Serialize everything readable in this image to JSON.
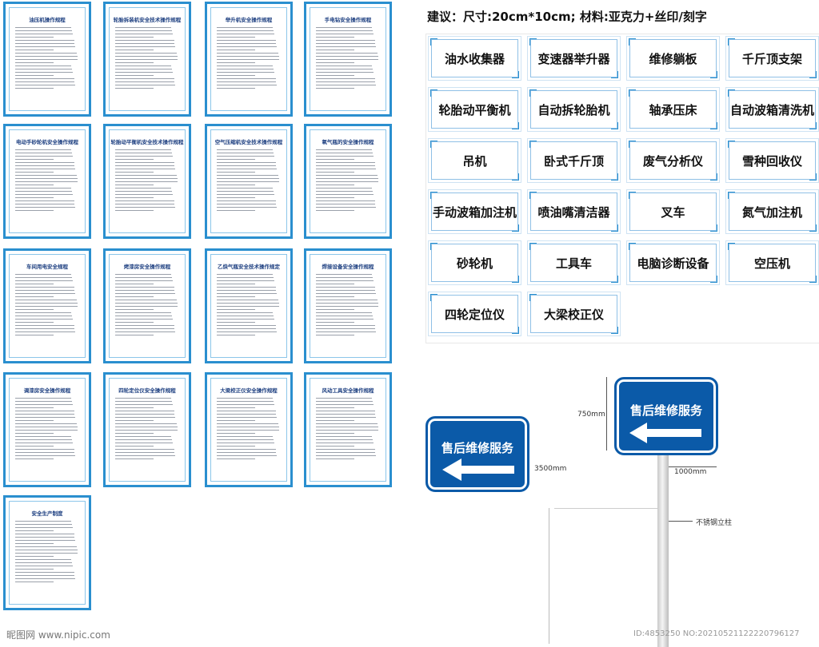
{
  "cards": [
    {
      "title": "油压机操作规程"
    },
    {
      "title": "轮胎拆装机安全技术操作规程"
    },
    {
      "title": "举升机安全操作规程"
    },
    {
      "title": "手电钻安全操作规程"
    },
    {
      "title": "电动手砂轮机安全操作规程"
    },
    {
      "title": "轮胎动平衡机安全技术操作规程"
    },
    {
      "title": "空气压缩机安全技术操作规程"
    },
    {
      "title": "氧气瓶的安全操作规程"
    },
    {
      "title": "车间用电安全规程"
    },
    {
      "title": "烤漆房安全操作规程"
    },
    {
      "title": "乙炔气瓶安全技术操作规定"
    },
    {
      "title": "焊接设备安全操作规程"
    },
    {
      "title": "调漆房安全操作规程"
    },
    {
      "title": "四轮定位仪安全操作规程"
    },
    {
      "title": "大梁校正仪安全操作规程"
    },
    {
      "title": "风动工具安全操作规程"
    },
    {
      "title": "安全生产制度"
    }
  ],
  "suggestion": "建议：尺寸:20cm*10cm; 材料:亚克力+丝印/刻字",
  "signs": [
    "油水收集器",
    "变速器举升器",
    "维修躺板",
    "千斤顶支架",
    "轮胎动平衡机",
    "自动拆轮胎机",
    "轴承压床",
    "自动波箱清洗机",
    "吊机",
    "卧式千斤顶",
    "废气分析仪",
    "雪种回收仪",
    "手动波箱加注机",
    "喷油嘴清洁器",
    "叉车",
    "氮气加注机",
    "砂轮机",
    "工具车",
    "电脑诊断设备",
    "空压机",
    "四轮定位仪",
    "大梁校正仪"
  ],
  "service_sign": {
    "text": "售后维修服务"
  },
  "dimensions": {
    "height": "750mm",
    "total_height": "3500mm",
    "width": "1000mm",
    "pole": "不锈钢立柱"
  },
  "watermark": {
    "left": "昵图网 www.nipic.com",
    "right": "ID:4853250 NO:20210521122220796127"
  },
  "colors": {
    "frame": "#2a8fcf",
    "sign_blue": "#0b5aa8"
  }
}
